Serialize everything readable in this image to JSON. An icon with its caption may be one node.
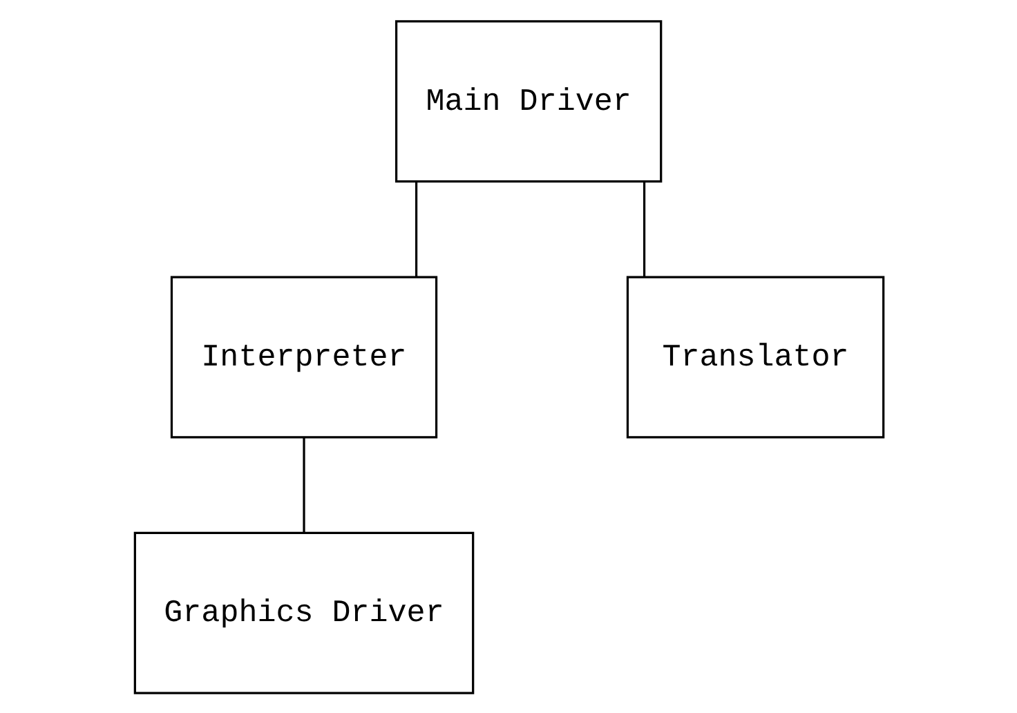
{
  "diagram": {
    "nodes": [
      {
        "text": [
          "Main Driver"
        ]
      },
      {
        "text": [
          "Interpreter"
        ]
      },
      {
        "text": [
          "Translator"
        ]
      },
      {
        "text": [
          "Graphics Driver"
        ]
      }
    ],
    "edges": [
      {
        "from": 0,
        "to": 1,
        "arrow": "none"
      },
      {
        "from": 0,
        "to": 2,
        "arrow": "none"
      },
      {
        "from": 1,
        "to": 3,
        "arrow": "none"
      }
    ]
  }
}
